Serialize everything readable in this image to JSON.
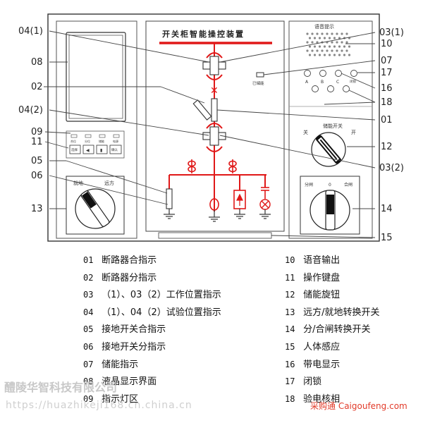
{
  "device_title": "开关柜智能操控装置",
  "callouts": {
    "c04_1": "04(1)",
    "c08": "08",
    "c02": "02",
    "c04_2": "04(2)",
    "c09": "09",
    "c11": "11",
    "c05": "05",
    "c06": "06",
    "c13": "13",
    "c03_1": "03(1)",
    "c10": "10",
    "c07": "07",
    "c17": "17",
    "c16": "16",
    "c18": "18",
    "c01": "01",
    "c12": "12",
    "c03_2": "03(2)",
    "c14": "14",
    "c15": "15"
  },
  "panel_text": {
    "voice_prompt": "语音提示",
    "energy_storage_label": "已储能",
    "phase_a": "A",
    "phase_b": "B",
    "phase_c": "C",
    "lock_label": "闭锁",
    "knob_title": "储能开关",
    "knob_off": "关",
    "knob_on": "开",
    "local_label": "就地",
    "remote_label": "远方",
    "open_label": "分闸",
    "zero_label": "0",
    "close_label": "合闸",
    "led_labels": [
      "合位",
      "分位",
      "储能",
      "电源"
    ],
    "key_labels": [
      "选择",
      "◀",
      "▮",
      "确认"
    ]
  },
  "legend": {
    "left": [
      {
        "num": "01",
        "text": "断路器合指示"
      },
      {
        "num": "02",
        "text": "断路器分指示"
      },
      {
        "num": "03",
        "text": "（1）、03（2）工作位置指示"
      },
      {
        "num": "04",
        "text": "（1）、04（2）试验位置指示"
      },
      {
        "num": "05",
        "text": "接地开关合指示"
      },
      {
        "num": "06",
        "text": "接地开关分指示"
      },
      {
        "num": "07",
        "text": "储能指示"
      },
      {
        "num": "08",
        "text": "液晶显示界面"
      },
      {
        "num": "09",
        "text": "指示灯区"
      }
    ],
    "right": [
      {
        "num": "10",
        "text": "语音输出"
      },
      {
        "num": "11",
        "text": "操作键盘"
      },
      {
        "num": "12",
        "text": "储能旋钮"
      },
      {
        "num": "13",
        "text": "远方/就地转换开关"
      },
      {
        "num": "14",
        "text": "分/合闸转换开关"
      },
      {
        "num": "15",
        "text": "人体感应"
      },
      {
        "num": "16",
        "text": "带电显示"
      },
      {
        "num": "17",
        "text": "闭锁"
      },
      {
        "num": "18",
        "text": "验电核相"
      }
    ]
  },
  "watermarks": {
    "company": "醴陵华智科技有限公司",
    "url": "https://huazhikeji168.cn.china.cn",
    "site": "采购通 Caigoufeng.com"
  },
  "colors": {
    "busbar_red": "#e01818",
    "line_dark": "#333333"
  }
}
